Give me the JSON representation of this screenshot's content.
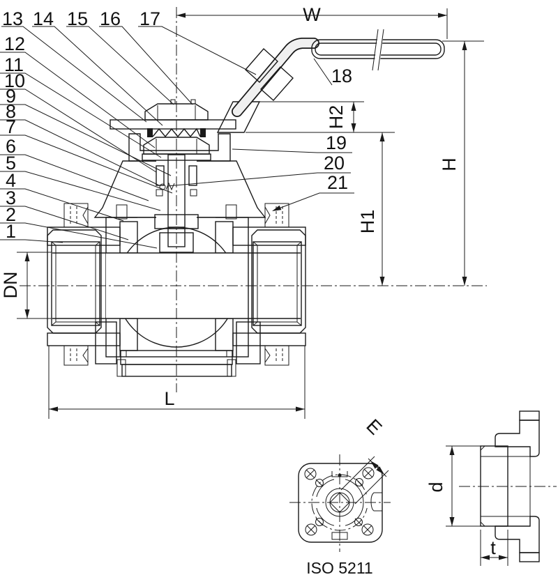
{
  "parts": {
    "1": "1",
    "2": "2",
    "3": "3",
    "4": "4",
    "5": "5",
    "6": "6",
    "7": "7",
    "8": "8",
    "9": "9",
    "10": "10",
    "11": "11",
    "12": "12",
    "13": "13",
    "14": "14",
    "15": "15",
    "16": "16",
    "17": "17",
    "18": "18",
    "19": "19",
    "20": "20",
    "21": "21"
  },
  "dimensions": {
    "W": "W",
    "H": "H",
    "H1": "H1",
    "H2": "H2",
    "DN": "DN",
    "L": "L",
    "E": "E",
    "d": "d",
    "t": "t"
  },
  "caption": {
    "mounting_standard": "ISO 5211"
  },
  "colors": {
    "line": "#1a1a1a",
    "body_gray": "#b5b5b5",
    "cap_gray": "#cfcfcf",
    "fitting_gray": "#d9d9d9",
    "grip_gray": "#c9c9c9",
    "ball_gray": "#dedede",
    "seat_blue": "#d3e9f7",
    "background": "#ffffff"
  }
}
